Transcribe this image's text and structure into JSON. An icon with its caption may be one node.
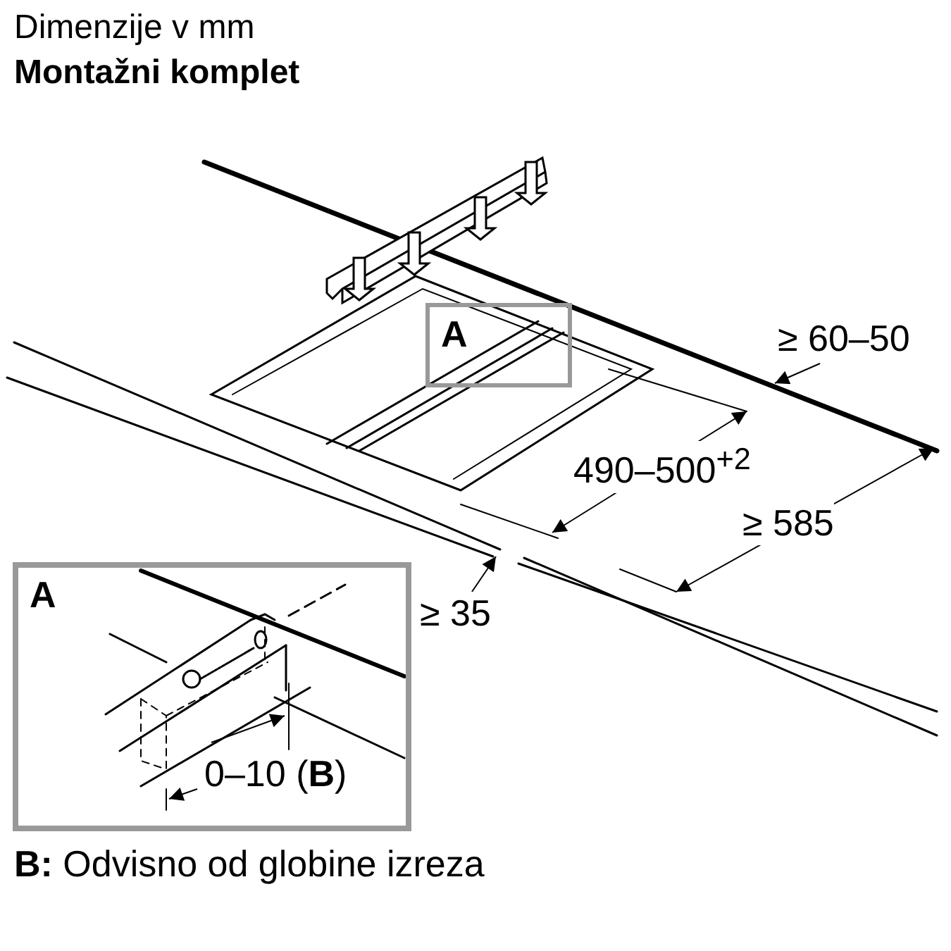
{
  "diagram": {
    "title": "Dimenzije v mm",
    "nodes": [
      {
        "text": [
          "A"
        ]
      },
      {
        "text": [
          "A"
        ]
      }
    ],
    "edges": [],
    "labels": [
      "Montažni komplet",
      "≥ 60–50",
      "490–500$^{+2}$",
      "≥ 585",
      "≥ 35",
      "0–10 (**B**)"
    ],
    "caption": "**B:** Odvisno od globine izreza"
  }
}
